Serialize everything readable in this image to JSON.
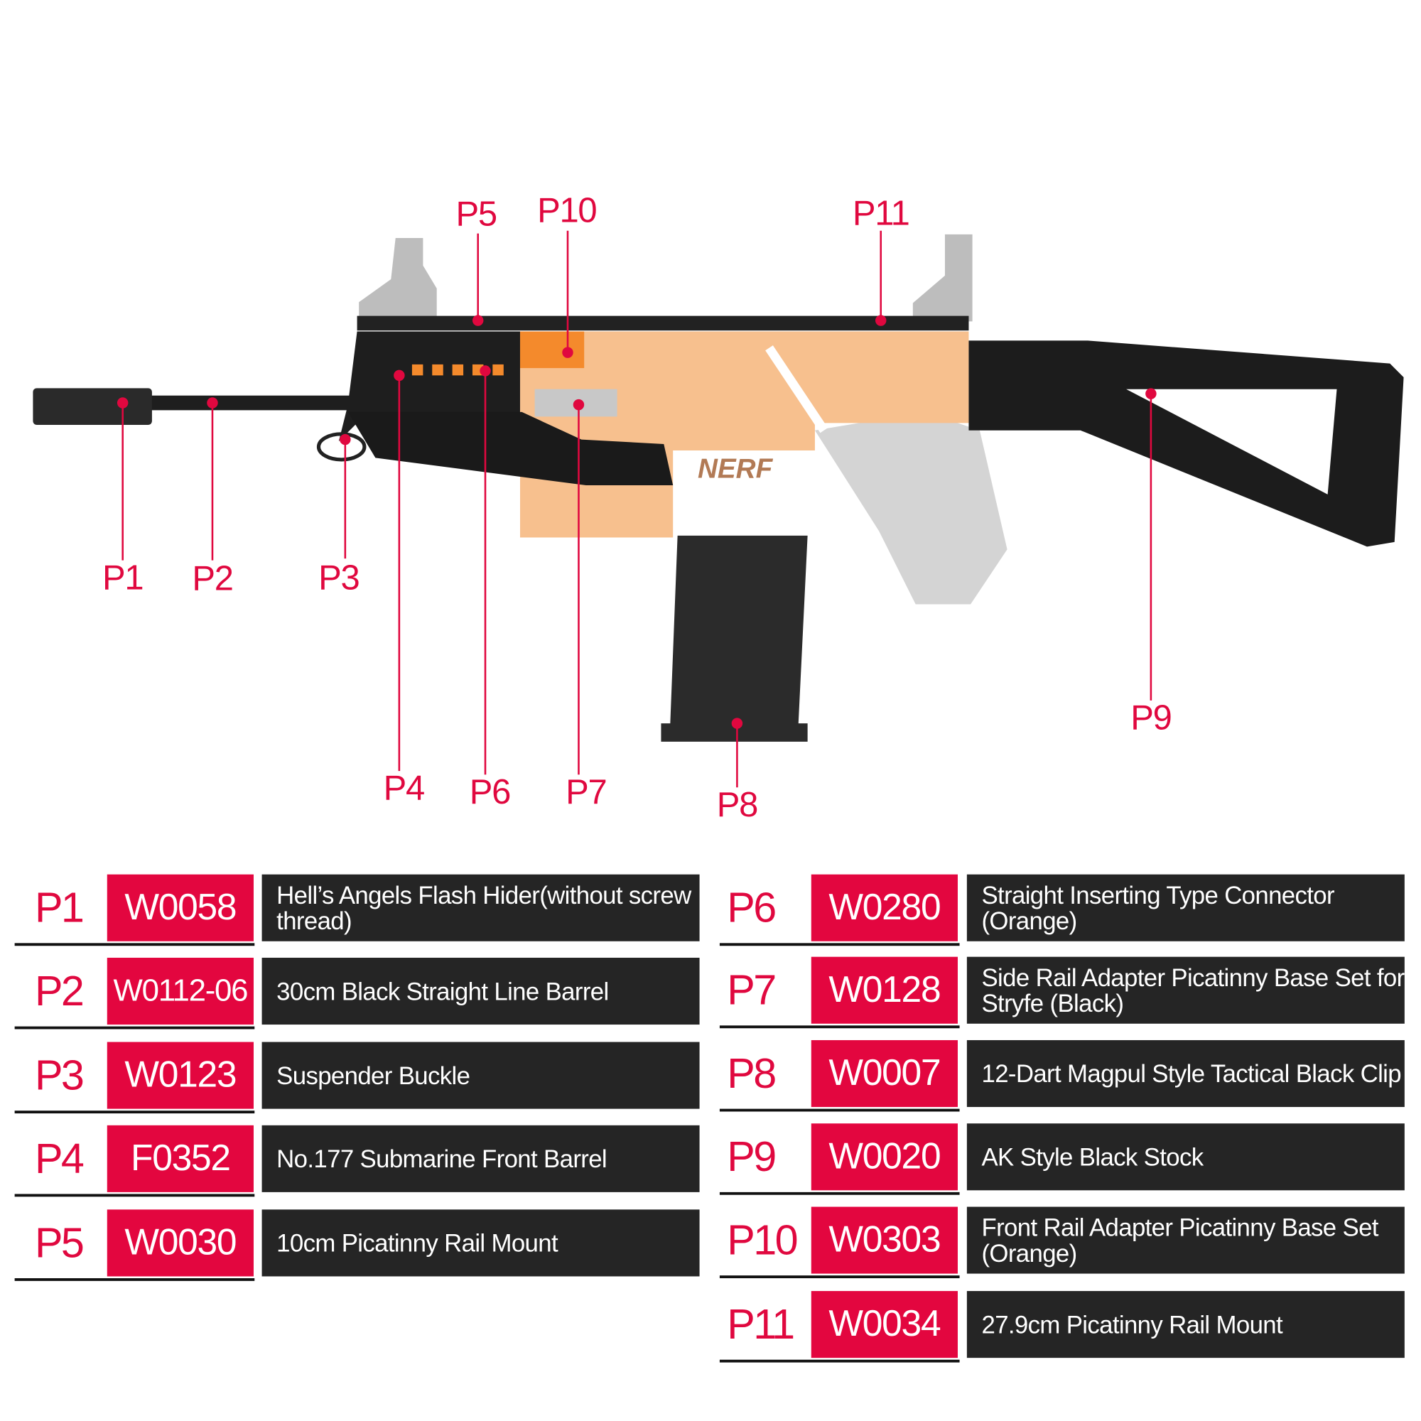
{
  "callouts": [
    "P1",
    "P2",
    "P3",
    "P4",
    "P5",
    "P6",
    "P7",
    "P8",
    "P9",
    "P10",
    "P11"
  ],
  "parts_left": [
    {
      "p": "P1",
      "code": "W0058",
      "desc": "Hell’s Angels Flash Hider(without screw thread)"
    },
    {
      "p": "P2",
      "code": "W0112-06",
      "desc": "30cm Black Straight Line Barrel"
    },
    {
      "p": "P3",
      "code": "W0123",
      "desc": "Suspender Buckle"
    },
    {
      "p": "P4",
      "code": "F0352",
      "desc": "No.177 Submarine Front Barrel"
    },
    {
      "p": "P5",
      "code": "W0030",
      "desc": "10cm Picatinny Rail Mount"
    }
  ],
  "parts_right": [
    {
      "p": "P6",
      "code": "W0280",
      "desc": "Straight Inserting Type Connector (Orange)"
    },
    {
      "p": "P7",
      "code": "W0128",
      "desc": "Side  Rail Adapter Picatinny Base Set for  Stryfe (Black)"
    },
    {
      "p": "P8",
      "code": "W0007",
      "desc": "12-Dart Magpul Style Tactical Black Clip"
    },
    {
      "p": "P9",
      "code": "W0020",
      "desc": "AK Style Black Stock"
    },
    {
      "p": "P10",
      "code": "W0303",
      "desc": "Front Rail Adapter Picatinny Base Set (Orange)"
    },
    {
      "p": "P11",
      "code": "W0034",
      "desc": "27.9cm Picatinny Rail Mount"
    }
  ],
  "logo_text": "NERF",
  "colors": {
    "accent": "#e3063f",
    "dark": "#252525",
    "blaster": "#f7c08e"
  }
}
